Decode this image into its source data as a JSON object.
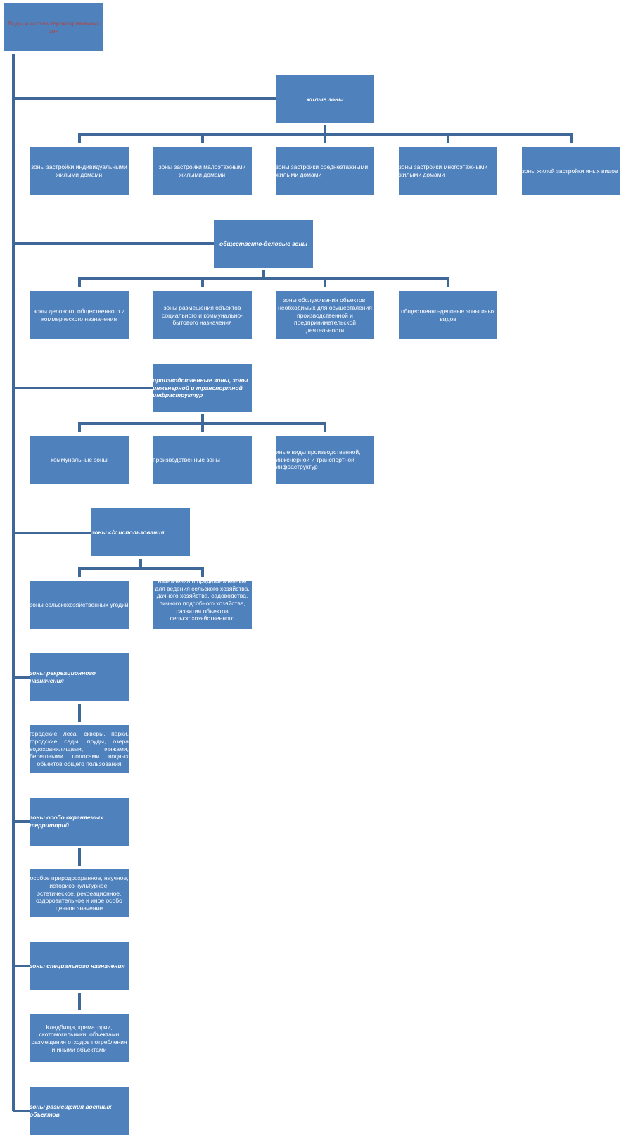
{
  "title": "Виды и состав территориальных зон",
  "groups": [
    {
      "header": "жилые зоны",
      "children": [
        "зоны застройки индивидуальными жилыми домами",
        "зоны застройки малоэтажными жилыми домами",
        "зоны застройки среднеэтажными жилыми домами",
        "зоны застройки многоэтажными жилыми домами",
        "зоны жилой застройки иных видов"
      ]
    },
    {
      "header": "общественно-деловые зоны",
      "children": [
        "зоны делового, общественного и коммерческого назначения",
        "зоны размещения объектов социального и коммунально-бытового назначения",
        "зоны обслуживания объектов, необходимых для осуществления производственной и предпринимательской деятельности",
        "общественно-деловые зоны иных видов"
      ]
    },
    {
      "header": "производственные зоны, зоны инженерной и транспортной инфраструктур",
      "children": [
        "коммунальные зоны",
        "производственные зоны",
        "иные виды производственной, инженерной и транспортной инфраструктур"
      ]
    },
    {
      "header": "зоны с/х использования",
      "children": [
        "зоны сельскохозяйственных угодий",
        "назначения и предназначенные для ведения сельского хозяйства, дачного хозяйства, садоводства, личного подсобного хозяйства, развития объектов сельскохозяйственного"
      ]
    },
    {
      "header": "зоны рекреационного назначения",
      "children": [
        "городские леса, скверы, парки, городские сады, пруды, озера водохранилищами, пляжами, береговыми полосами водных объектов общего пользования"
      ]
    },
    {
      "header": "зоны особо охраняемых территорий",
      "children": [
        "особое природоохранное, научное, историко-культурное, эстетическое, рекреационное, оздоровительное и иное особо ценное значение"
      ]
    },
    {
      "header": "зоны специального назначения",
      "children": [
        "Кладбища, крематории, скотомогильники, объектами размещения отходов потребления и иными объектами"
      ]
    },
    {
      "header": "зоны размещения военных объектов",
      "children": []
    }
  ],
  "colors": {
    "box": "#4f81bd",
    "connector": "#3f6898",
    "title_text": "#b6413c",
    "text": "#ffffff"
  }
}
